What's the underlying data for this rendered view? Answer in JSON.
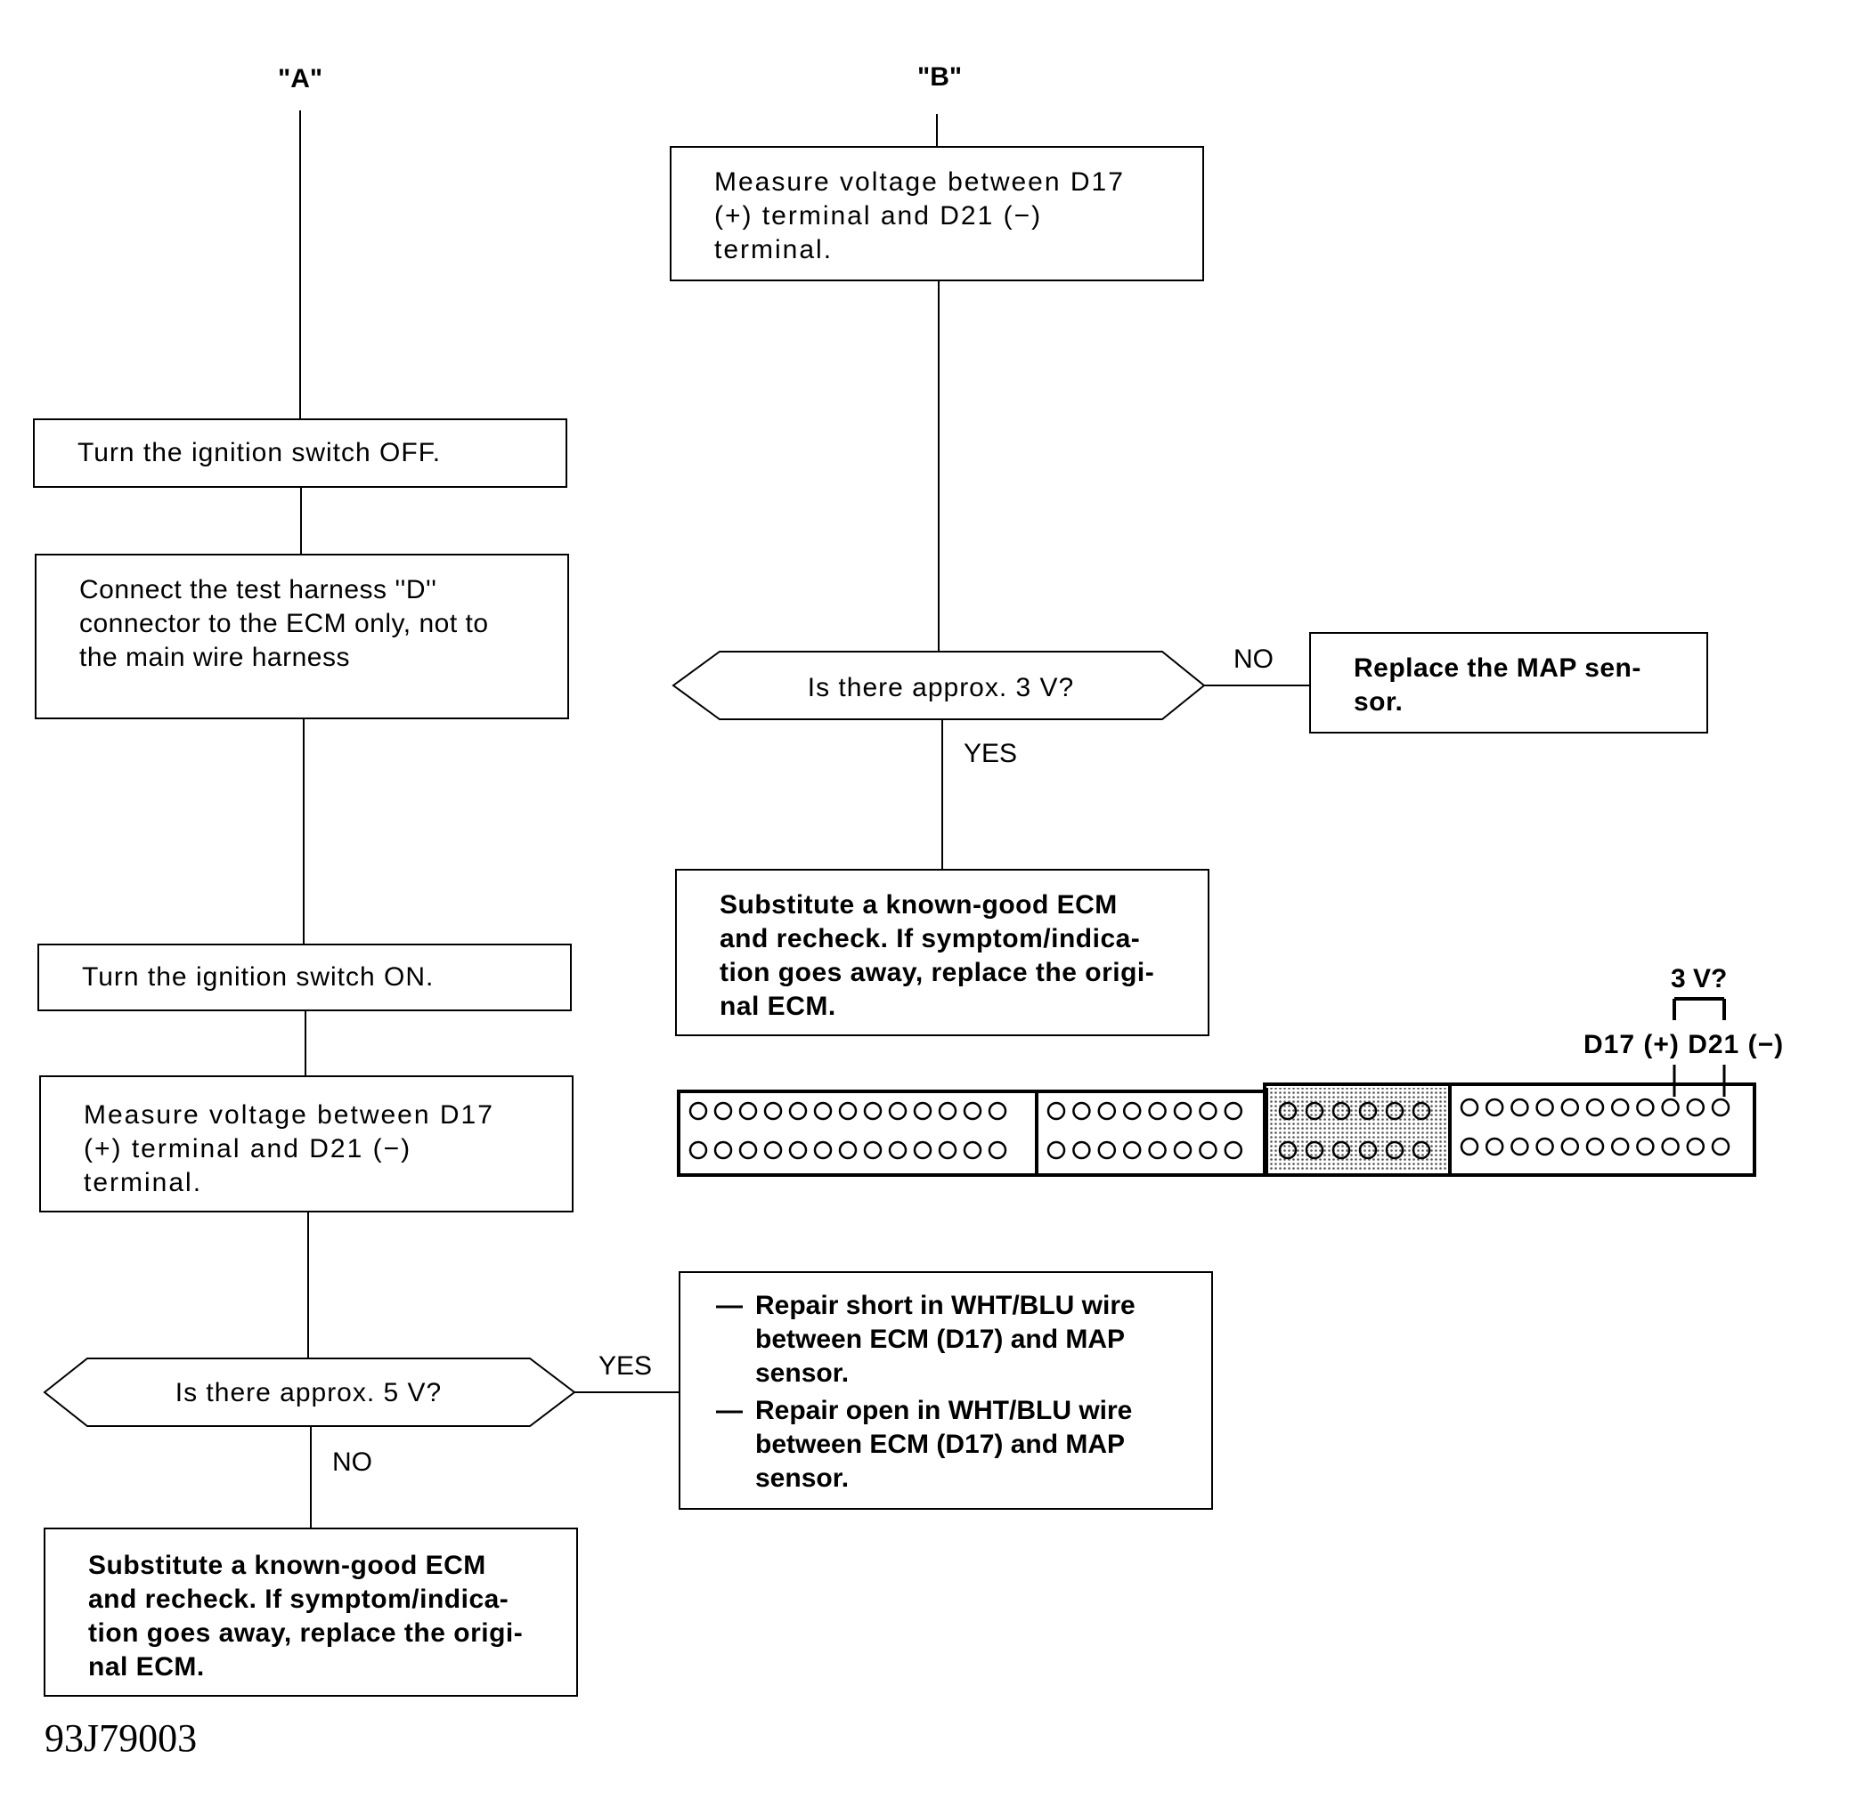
{
  "headers": {
    "a": "\"A\"",
    "b": "\"B\""
  },
  "left_column": {
    "step1": "Turn the ignition switch OFF.",
    "step2": "Connect the test harness ''D''\nconnector to the ECM only, not to\nthe main wire harness",
    "step3": "Turn the ignition switch ON.",
    "step4": "Measure voltage between D17\n(+) terminal and D21 (−)\nterminal.",
    "decision": "Is there approx. 5 V?",
    "yes_label": "YES",
    "no_label": "NO",
    "no_result": "Substitute a known-good ECM\nand recheck. If symptom/indica-\ntion goes away, replace the origi-\nnal ECM.",
    "yes_result": [
      "Repair short in WHT/BLU wire\nbetween ECM (D17) and MAP\nsensor.",
      "Repair open in WHT/BLU wire\nbetween ECM (D17) and MAP\nsensor."
    ],
    "dash": "—"
  },
  "right_column": {
    "step1": "Measure voltage between D17\n(+) terminal and D21 (−)\nterminal.",
    "decision": "Is there approx. 3 V?",
    "no_label": "NO",
    "yes_label": "YES",
    "no_result": "Replace the MAP sen-\nsor.",
    "yes_result": "Substitute a known-good ECM\nand recheck. If symptom/indica-\ntion goes away, replace the origi-\nnal ECM."
  },
  "connector": {
    "voltage_label": "3 V?",
    "terminal_label": "D17 (+) D21 (−)",
    "section_pin_counts": [
      13,
      8,
      6,
      11
    ]
  },
  "figure_id": "93J79003"
}
